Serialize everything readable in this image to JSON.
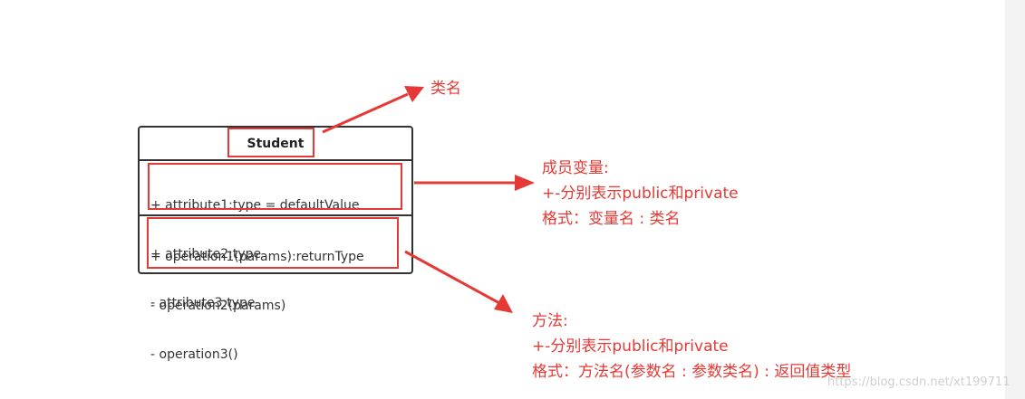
{
  "uml_class": {
    "name": "Student",
    "attributes": [
      "+ attribute1:type = defaultValue",
      "+ attribute2:type",
      "- attribute3:type"
    ],
    "operations": [
      "+ operation1(params):returnType",
      "- operation2(params)",
      "- operation3()"
    ]
  },
  "annotations": {
    "class_name_label": "类名",
    "members": {
      "title": "成员变量:",
      "line1": "+-分别表示public和private",
      "line2": "格式：变量名 : 类名"
    },
    "methods": {
      "title": "方法:",
      "line1": "+-分别表示public和private",
      "line2": "格式：方法名(参数名 : 参数类名) : 返回值类型"
    }
  },
  "watermark": "https://blog.csdn.net/xt199711",
  "colors": {
    "annotation": "#e53935",
    "uml_border": "#333333"
  }
}
